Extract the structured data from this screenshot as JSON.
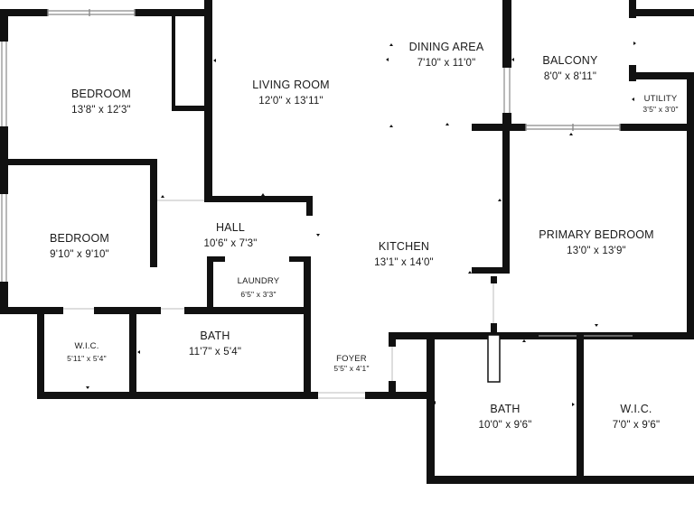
{
  "rooms": {
    "bedroom_1": {
      "name": "BEDROOM",
      "dims": "13'8\" x 12'3\""
    },
    "living_room": {
      "name": "LIVING ROOM",
      "dims": "12'0\" x 13'11\""
    },
    "dining_area": {
      "name": "DINING AREA",
      "dims": "7'10\" x 11'0\""
    },
    "balcony": {
      "name": "BALCONY",
      "dims": "8'0\" x 8'11\""
    },
    "utility": {
      "name": "UTILITY",
      "dims": "3'5\" x 3'0\""
    },
    "bedroom_2": {
      "name": "BEDROOM",
      "dims": "9'10\" x 9'10\""
    },
    "hall": {
      "name": "HALL",
      "dims": "10'6\" x 7'3\""
    },
    "laundry": {
      "name": "LAUNDRY",
      "dims": "6'5\" x 3'3\""
    },
    "kitchen": {
      "name": "KITCHEN",
      "dims": "13'1\" x 14'0\""
    },
    "primary_bedroom": {
      "name": "PRIMARY BEDROOM",
      "dims": "13'0\" x 13'9\""
    },
    "wic_1": {
      "name": "W.I.C.",
      "dims": "5'11\" x 5'4\""
    },
    "bath_1": {
      "name": "BATH",
      "dims": "11'7\" x 5'4\""
    },
    "foyer": {
      "name": "FOYER",
      "dims": "5'5\" x 4'1\""
    },
    "bath_2": {
      "name": "BATH",
      "dims": "10'0\" x 9'6\""
    },
    "wic_2": {
      "name": "W.I.C.",
      "dims": "7'0\" x 9'6\""
    }
  }
}
